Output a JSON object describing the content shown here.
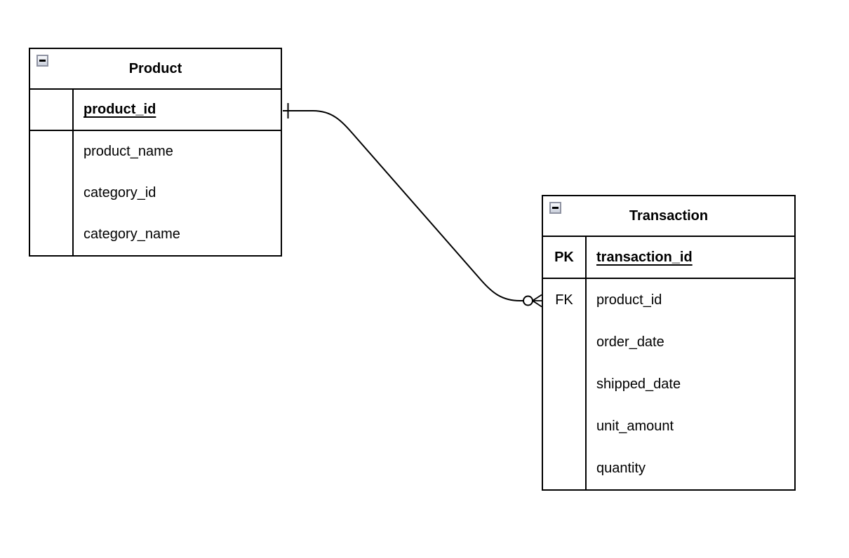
{
  "diagram": {
    "entities": [
      {
        "name": "Product",
        "collapse_state": "expanded",
        "fields": [
          {
            "key": "",
            "name": "product_id",
            "primary": true
          },
          {
            "key": "",
            "name": "product_name",
            "primary": false
          },
          {
            "key": "",
            "name": "category_id",
            "primary": false
          },
          {
            "key": "",
            "name": "category_name",
            "primary": false
          }
        ]
      },
      {
        "name": "Transaction",
        "collapse_state": "expanded",
        "fields": [
          {
            "key": "PK",
            "name": "transaction_id",
            "primary": true
          },
          {
            "key": "FK",
            "name": "product_id",
            "primary": false
          },
          {
            "key": "",
            "name": "order_date",
            "primary": false
          },
          {
            "key": "",
            "name": "shipped_date",
            "primary": false
          },
          {
            "key": "",
            "name": "unit_amount",
            "primary": false
          },
          {
            "key": "",
            "name": "quantity",
            "primary": false
          }
        ]
      }
    ],
    "relationship": {
      "from_entity": "Product",
      "from_field": "product_id",
      "from_cardinality": "one",
      "to_entity": "Transaction",
      "to_field": "product_id",
      "to_cardinality": "zero-or-many"
    },
    "colors": {
      "canvas_bg": "#ffffff",
      "entity_bg": "#ffffff",
      "entity_border": "#000000",
      "line": "#000000",
      "collapse_border": "#8e92a1",
      "collapse_bg_top": "#fafbfd",
      "collapse_bg_bottom": "#c9cedb"
    }
  }
}
